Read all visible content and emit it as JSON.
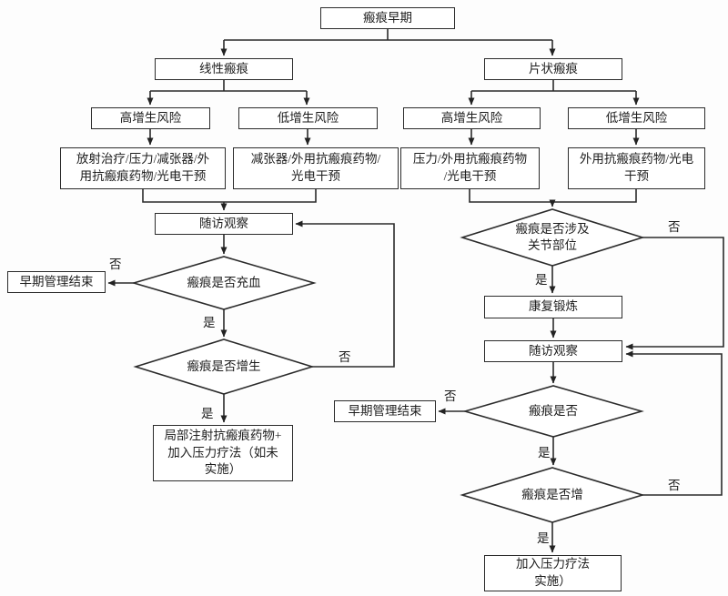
{
  "nodes": {
    "root": {
      "label": "瘢痕早期"
    },
    "linear": {
      "label": "线性瘢痕"
    },
    "sheet": {
      "label": "片状瘢痕"
    },
    "linear_high": {
      "label": "高增生风险"
    },
    "linear_low": {
      "label": "低增生风险"
    },
    "sheet_high": {
      "label": "高增生风险"
    },
    "sheet_low": {
      "label": "低增生风险"
    },
    "tx_linear_high": {
      "label": "放射治疗/压力/减张器/外\n用抗瘢痕药物/光电干预"
    },
    "tx_linear_low": {
      "label": "减张器/外用抗瘢痕药物/\n光电干预"
    },
    "tx_sheet_high": {
      "label": "压力/外用抗瘢痕药物\n/光电干预"
    },
    "tx_sheet_low": {
      "label": "外用抗瘢痕药物/光电\n干预"
    },
    "followup_left": {
      "label": "随访观察"
    },
    "end_left": {
      "label": "早期管理结束"
    },
    "decide_congest": {
      "label": "瘢痕是否充血"
    },
    "decide_prolif": {
      "label": "瘢痕是否增生"
    },
    "inject": {
      "label": "局部注射抗瘢痕药物+\n加入压力疗法（如未\n实施）"
    },
    "decide_joint": {
      "label": "瘢痕是否涉及\n关节部位"
    },
    "rehab": {
      "label": "康复锻炼"
    },
    "followup_right": {
      "label": "随访观察"
    },
    "end_right": {
      "label": "早期管理结束"
    },
    "decide_right1": {
      "label": "瘢痕是否"
    },
    "decide_right2": {
      "label": "瘢痕是否增"
    },
    "pressure": {
      "label": "加入压力疗法\n实施）"
    }
  },
  "labels": {
    "yes": "是",
    "no": "否"
  },
  "colors": {
    "line": "#2b2b2b",
    "box_fill": "#ffffff",
    "background": "#fdfdfd"
  }
}
